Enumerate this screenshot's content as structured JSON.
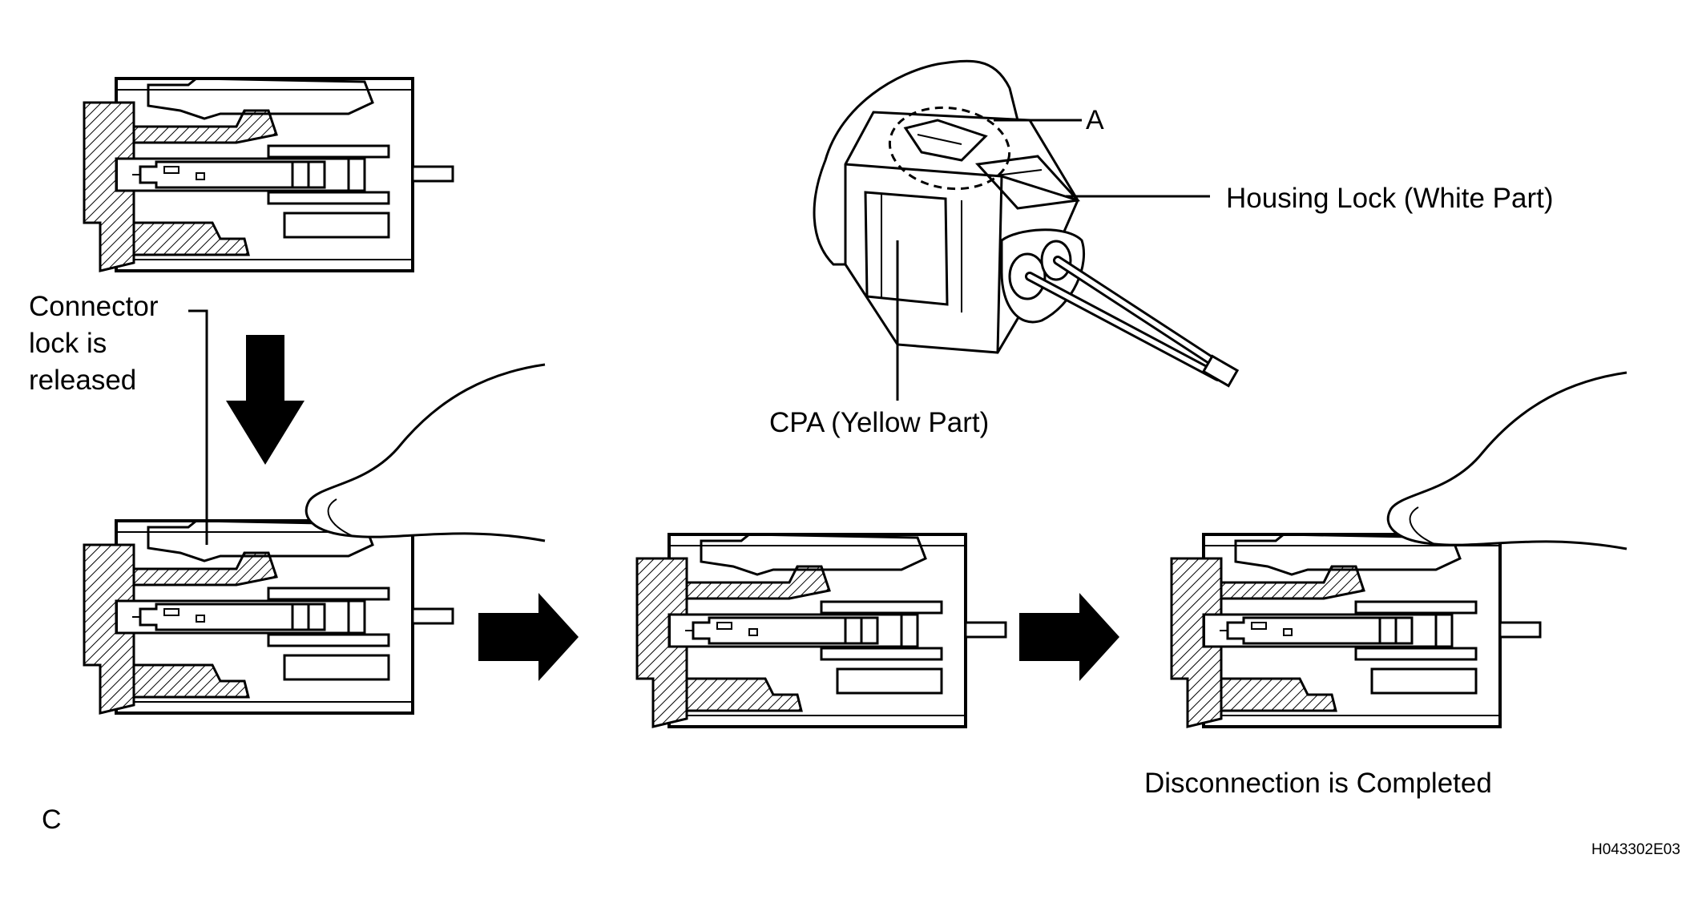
{
  "labels": {
    "connector_lock_line1": "Connector",
    "connector_lock_line2": "lock is",
    "connector_lock_line3": "released",
    "callout_a": "A",
    "housing_lock": "Housing Lock (White Part)",
    "cpa": "CPA (Yellow Part)",
    "disconnection": "Disconnection is Completed",
    "figure_ref": "C",
    "figure_code": "H043302E03"
  },
  "colors": {
    "line": "#000000",
    "background": "#ffffff"
  },
  "icons": [
    "arrow-down-icon",
    "arrow-right-icon",
    "finger-icon"
  ]
}
